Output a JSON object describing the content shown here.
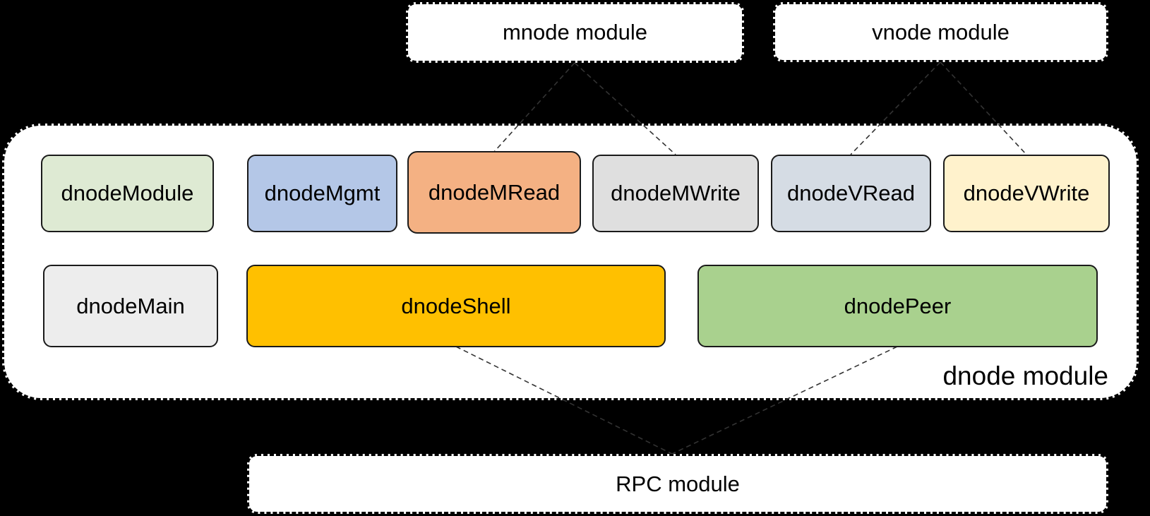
{
  "diagram": {
    "external_modules": {
      "mnode": {
        "label": "mnode module"
      },
      "vnode": {
        "label": "vnode module"
      },
      "rpc": {
        "label": "RPC module"
      }
    },
    "dnode_module": {
      "label": "dnode module",
      "row1": [
        {
          "id": "dnodeModule",
          "label": "dnodeModule",
          "color": "#DEEAD3"
        },
        {
          "id": "dnodeMgmt",
          "label": "dnodeMgmt",
          "color": "#B4C7E7"
        },
        {
          "id": "dnodeMRead",
          "label": "dnodeMRead",
          "color": "#F4B183"
        },
        {
          "id": "dnodeMWrite",
          "label": "dnodeMWrite",
          "color": "#DFDFDF"
        },
        {
          "id": "dnodeVRead",
          "label": "dnodeVRead",
          "color": "#D5DCE4"
        },
        {
          "id": "dnodeVWrite",
          "label": "dnodeVWrite",
          "color": "#FFF2CC"
        }
      ],
      "row2": [
        {
          "id": "dnodeMain",
          "label": "dnodeMain",
          "color": "#EDEDED"
        },
        {
          "id": "dnodeShell",
          "label": "dnodeShell",
          "color": "#FFC000"
        },
        {
          "id": "dnodePeer",
          "label": "dnodePeer",
          "color": "#A9D18E"
        }
      ]
    },
    "connections": [
      {
        "from": "mnode module",
        "to": "dnodeMRead"
      },
      {
        "from": "mnode module",
        "to": "dnodeMWrite"
      },
      {
        "from": "vnode module",
        "to": "dnodeVRead"
      },
      {
        "from": "vnode module",
        "to": "dnodeVWrite"
      },
      {
        "from": "dnodeShell",
        "to": "RPC module"
      },
      {
        "from": "dnodePeer",
        "to": "RPC module"
      }
    ],
    "colors": {
      "background": "#000000",
      "component_border": "#1A1A1A",
      "dashed_border": "#000000",
      "connector": "#333333",
      "module_fill": "#FFFFFF"
    }
  }
}
